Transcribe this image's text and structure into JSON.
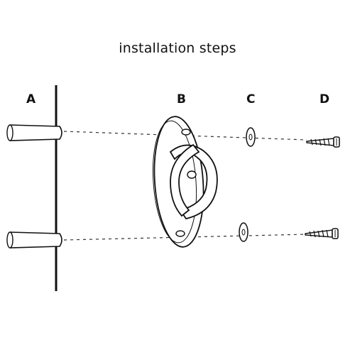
{
  "title": "installation steps",
  "parts": [
    {
      "label": "A",
      "icon": "wall-anchor-icon"
    },
    {
      "label": "B",
      "icon": "ceiling-hook-plate-icon"
    },
    {
      "label": "C",
      "icon": "washer-icon"
    },
    {
      "label": "D",
      "icon": "screw-icon"
    }
  ]
}
